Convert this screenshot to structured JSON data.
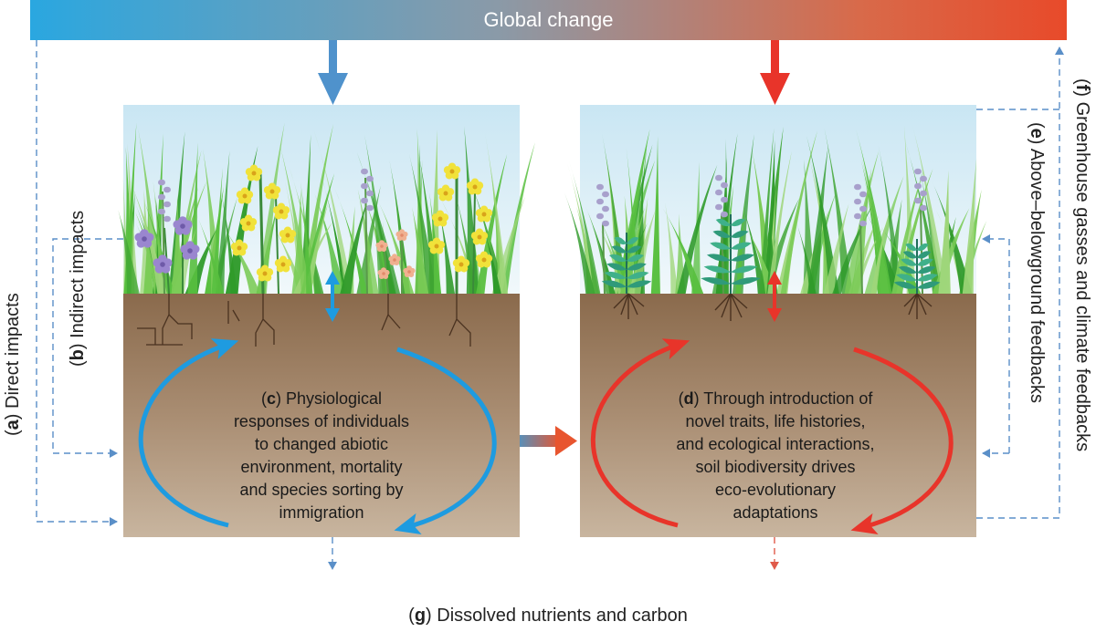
{
  "banner": {
    "title": "Global change"
  },
  "side_labels": {
    "a_letter": "a",
    "a_text": "Direct impacts",
    "b_letter": "b",
    "b_text": "Indirect impacts",
    "e_letter": "e",
    "e_text": "Above–belowground feedbacks",
    "f_letter": "f",
    "f_text": "Greenhouse gasses and climate feedbacks"
  },
  "panels": {
    "left_letter": "c",
    "left_lines": [
      "Physiological",
      "responses of individuals",
      "to changed abiotic",
      "environment, mortality",
      "and species sorting by",
      "immigration"
    ],
    "right_letter": "d",
    "right_lines": [
      "Through introduction of",
      "novel traits, life histories,",
      "and ecological interactions,",
      "soil biodiversity drives",
      "eco-evolutionary",
      "adaptations"
    ]
  },
  "bottom": {
    "g_letter": "g",
    "g_text": "Dissolved nutrients and carbon"
  },
  "colors": {
    "blue": "#1e9be0",
    "red": "#e8342a",
    "dash": "#5a8fc8",
    "soil_top": "#8a6a4c",
    "soil_bottom": "#c6b39c",
    "sky_top": "#c9e6f3",
    "sky_bottom": "#eef7fb",
    "grass": "#4fb83a"
  }
}
